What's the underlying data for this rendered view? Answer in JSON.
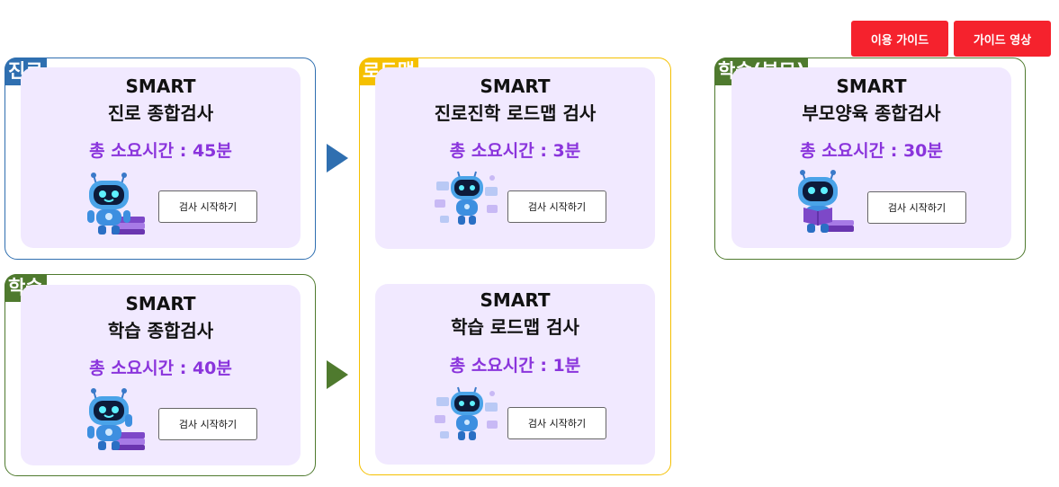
{
  "header": {
    "guide_label": "이용 가이드",
    "video_label": "가이드 영상"
  },
  "colors": {
    "career": "#2f6fb0",
    "learning": "#4f7a2e",
    "roadmap": "#f5c000",
    "card_bg": "#f1e9ff",
    "time_text": "#8a34dc",
    "top_button": "#f5222d"
  },
  "groups": {
    "career": {
      "tag": "진로",
      "card": {
        "title1": "SMART",
        "title2": "진로 종합검사",
        "time": "총 소요시간 : 45분",
        "button": "검사 시작하기",
        "icon": "robot-with-books-icon"
      }
    },
    "learning": {
      "tag": "학습",
      "card": {
        "title1": "SMART",
        "title2": "학습 종합검사",
        "time": "총 소요시간 : 40분",
        "button": "검사 시작하기",
        "icon": "robot-with-books-icon"
      }
    },
    "roadmap": {
      "tag": "로드맵",
      "card1": {
        "title1": "SMART",
        "title2": "진로진학 로드맵 검사",
        "time": "총 소요시간 : 3분",
        "button": "검사 시작하기",
        "icon": "robot-with-screens-icon"
      },
      "card2": {
        "title1": "SMART",
        "title2": "학습 로드맵 검사",
        "time": "총 소요시간 : 1분",
        "button": "검사 시작하기",
        "icon": "robot-with-screens-icon"
      }
    },
    "parent": {
      "tag": "학습(부모)",
      "card": {
        "title1": "SMART",
        "title2": "부모양육 종합검사",
        "time": "총 소요시간 : 30분",
        "button": "검사 시작하기",
        "icon": "robot-reading-book-icon"
      }
    }
  }
}
